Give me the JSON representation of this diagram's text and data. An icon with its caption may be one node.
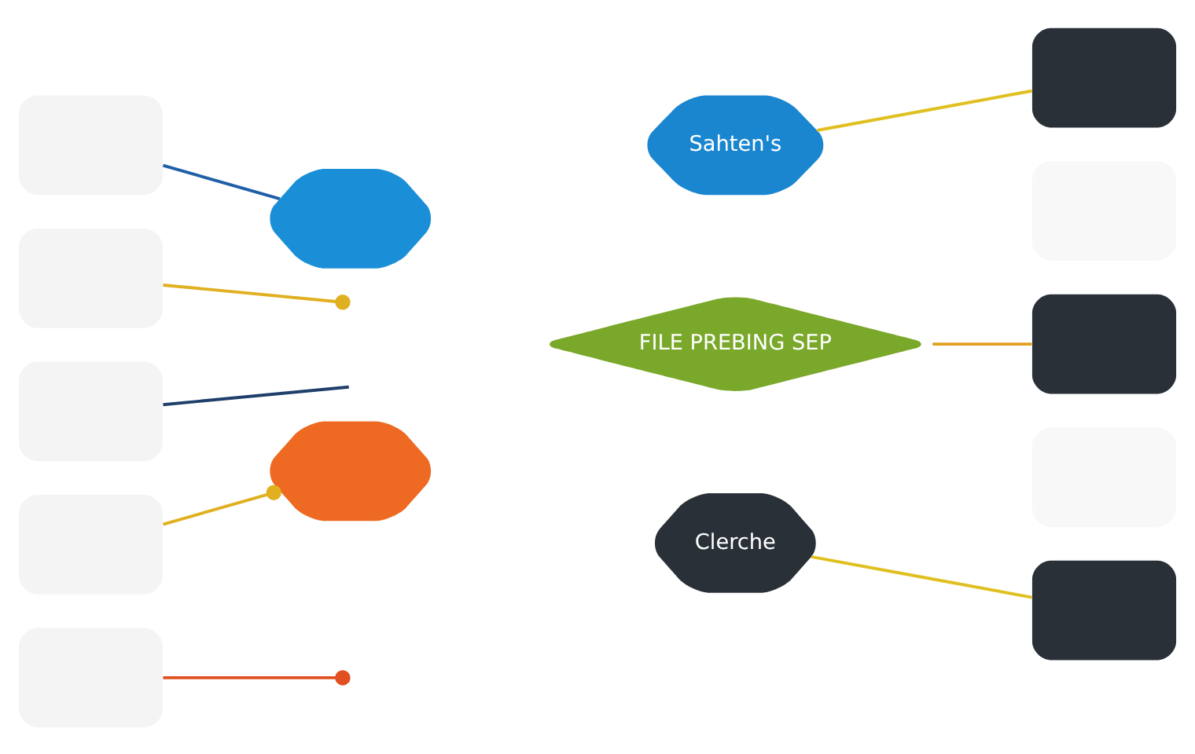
{
  "diagram": {
    "nodes": [
      {
        "text": [],
        "shape": "hexagon"
      },
      {
        "text": [
          "Sahten's"
        ]
      },
      {
        "text": [
          "FILE PREBING SEP"
        ]
      },
      {
        "text": [],
        "shape": "hexagon"
      },
      {
        "text": [
          "Clerche"
        ]
      },
      {
        "text": [],
        "shape": "box"
      },
      {
        "text": [],
        "shape": "box"
      },
      {
        "text": [],
        "shape": "box"
      },
      {
        "text": [],
        "shape": "box"
      },
      {
        "text": [],
        "shape": "box"
      },
      {
        "text": [],
        "shape": "box"
      },
      {
        "text": [],
        "shape": "box"
      },
      {
        "text": [],
        "shape": "box"
      },
      {
        "text": [],
        "shape": "box"
      },
      {
        "text": [],
        "shape": "box"
      }
    ],
    "edges": [
      {
        "from": 5,
        "to": 0,
        "arrow": "none",
        "color": "#1f5fa8"
      },
      {
        "from": 6,
        "to": null,
        "arrow": "other",
        "color": "#e0b020"
      },
      {
        "from": 7,
        "to": null,
        "arrow": "none",
        "color": "#1f3f6a"
      },
      {
        "from": 8,
        "to": 3,
        "arrow": "other",
        "color": "#e0b020"
      },
      {
        "from": 9,
        "to": null,
        "arrow": "other",
        "color": "#e05020"
      },
      {
        "from": 1,
        "to": 10,
        "arrow": "none",
        "color": "#e0c020"
      },
      {
        "from": 2,
        "to": 12,
        "arrow": "none",
        "color": "#e0a020"
      },
      {
        "from": 4,
        "to": 14,
        "arrow": "none",
        "color": "#e0c020"
      }
    ]
  }
}
